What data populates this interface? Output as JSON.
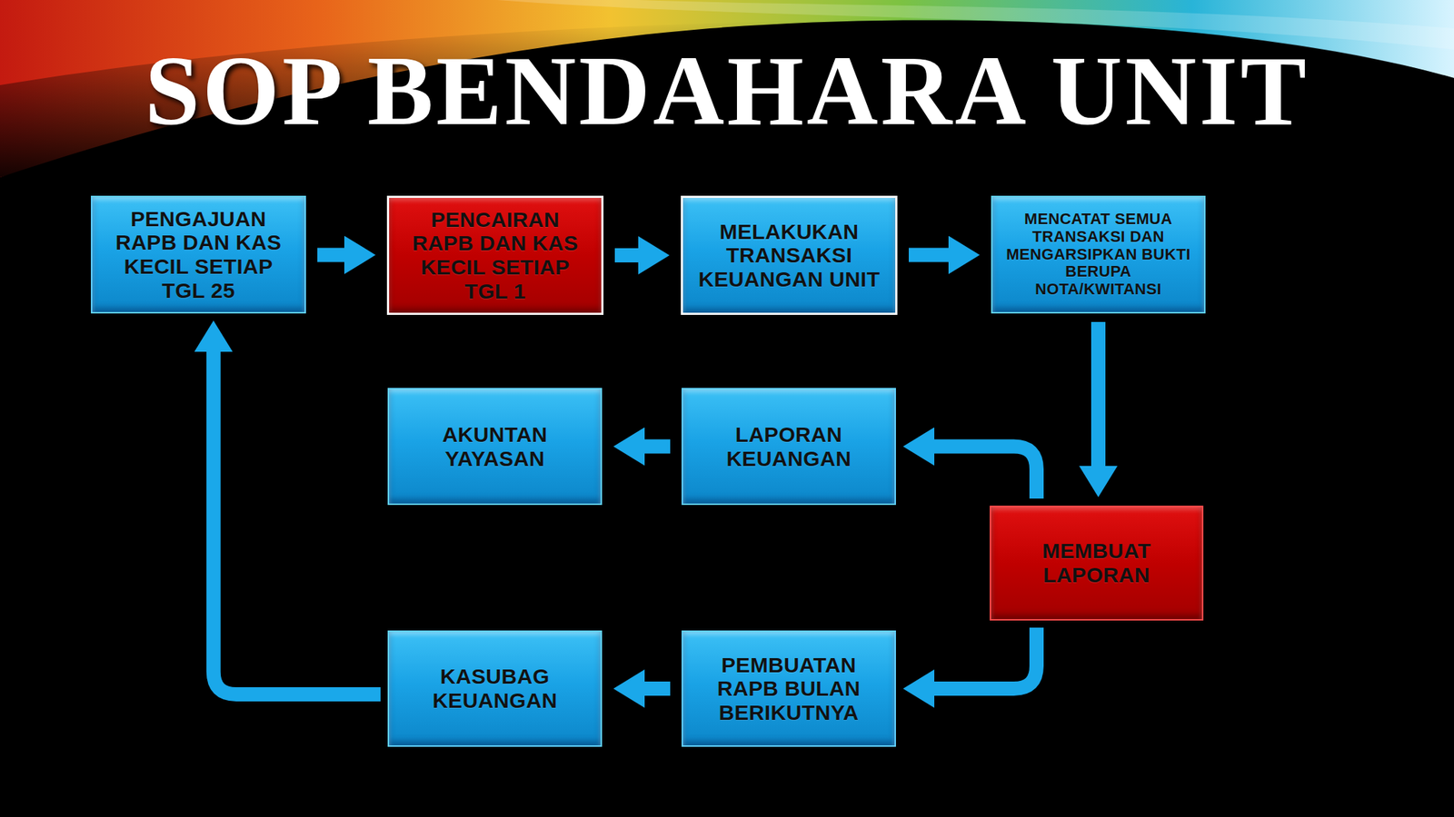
{
  "diagram": {
    "title": "SOP BENDAHARA UNIT",
    "nodes": [
      {
        "text": [
          "PENGAJUAN RAPB DAN KAS KECIL SETIAP TGL 25"
        ]
      },
      {
        "text": [
          "PENCAIRAN RAPB DAN KAS KECIL SETIAP TGL 1"
        ]
      },
      {
        "text": [
          "MELAKUKAN TRANSAKSI KEUANGAN UNIT"
        ]
      },
      {
        "text": [
          "MENCATAT SEMUA TRANSAKSI DAN MENGARSIPKAN BUKTI BERUPA NOTA/KWITANSI"
        ]
      },
      {
        "text": [
          "AKUNTAN YAYASAN"
        ]
      },
      {
        "text": [
          "LAPORAN KEUANGAN"
        ]
      },
      {
        "text": [
          "MEMBUAT LAPORAN"
        ]
      },
      {
        "text": [
          "KASUBAG KEUANGAN"
        ]
      },
      {
        "text": [
          "PEMBUATAN RAPB BULAN BERIKUTNYA"
        ]
      }
    ],
    "edges": [
      {
        "from": 0,
        "to": 1,
        "arrow": "to"
      },
      {
        "from": 1,
        "to": 2,
        "arrow": "to"
      },
      {
        "from": 2,
        "to": 3,
        "arrow": "to"
      },
      {
        "from": 3,
        "to": 6,
        "arrow": "to"
      },
      {
        "from": 6,
        "to": 5,
        "arrow": "to"
      },
      {
        "from": 5,
        "to": 4,
        "arrow": "to"
      },
      {
        "from": 6,
        "to": 8,
        "arrow": "to"
      },
      {
        "from": 8,
        "to": 7,
        "arrow": "to"
      },
      {
        "from": 7,
        "to": 0,
        "arrow": "to"
      }
    ]
  }
}
